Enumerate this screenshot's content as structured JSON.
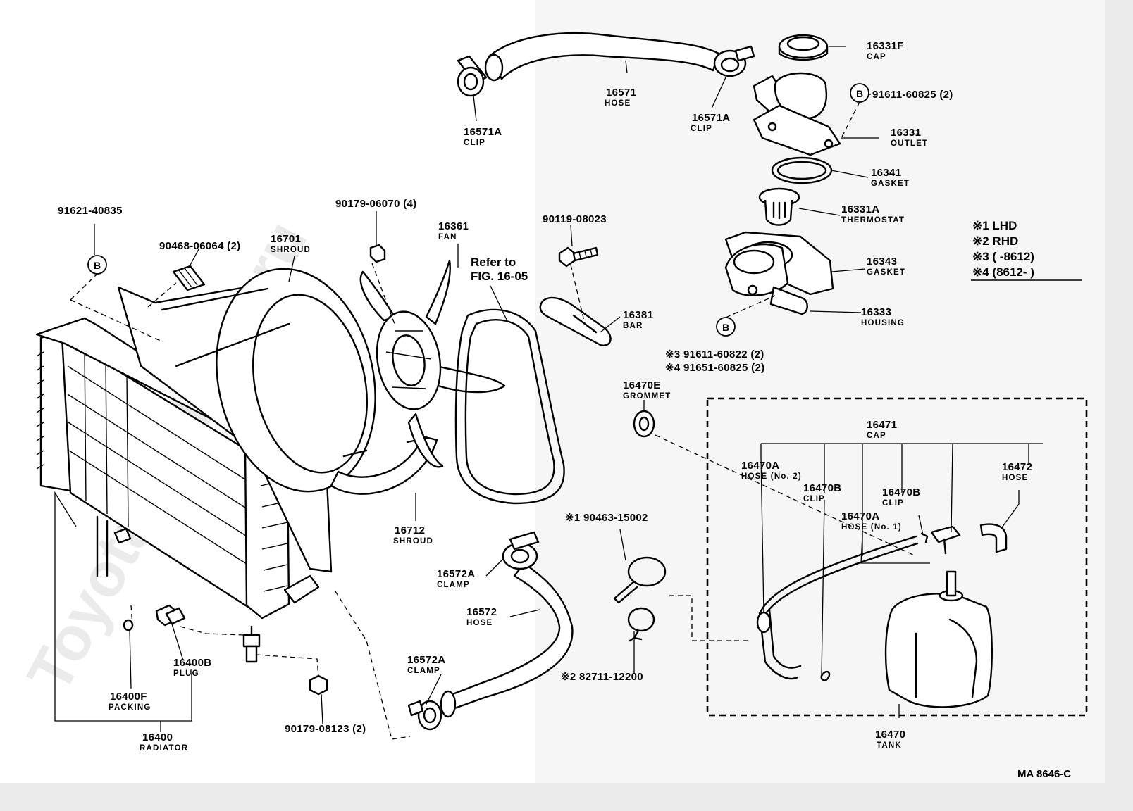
{
  "watermark": "ToyotaCarMine.ru",
  "legend": {
    "items": [
      "※1 LHD",
      "※2 RHD",
      "※3 (      -8612)",
      "※4 (8612-      )"
    ]
  },
  "reference": {
    "line1": "Refer to",
    "line2": "FIG. 16-05"
  },
  "footer_code": "MA  8646-C",
  "bolt_symbol": "B",
  "labels": {
    "p16331F": {
      "pn": "16331F",
      "name": "CAP"
    },
    "p91611_60825": {
      "pn": "91611-60825 (2)"
    },
    "p16331": {
      "pn": "16331",
      "name": "OUTLET"
    },
    "p16341": {
      "pn": "16341",
      "name": "GASKET"
    },
    "p16331A": {
      "pn": "16331A",
      "name": "THERMOSTAT"
    },
    "p16343": {
      "pn": "16343",
      "name": "GASKET"
    },
    "p16333": {
      "pn": "16333",
      "name": "HOUSING"
    },
    "p91611_60822": {
      "pn": "※3 91611-60822 (2)"
    },
    "p91651_60825": {
      "pn": "※4 91651-60825 (2)"
    },
    "p16571": {
      "pn": "16571",
      "name": "HOSE"
    },
    "p16571A_top": {
      "pn": "16571A",
      "name": "CLIP"
    },
    "p16571A_left": {
      "pn": "16571A",
      "name": "CLIP"
    },
    "p91621_40835": {
      "pn": "91621-40835"
    },
    "p90468_06064": {
      "pn": "90468-06064 (2)"
    },
    "p16701": {
      "pn": "16701",
      "name": "SHROUD"
    },
    "p90179_06070": {
      "pn": "90179-06070 (4)"
    },
    "p16361": {
      "pn": "16361",
      "name": "FAN"
    },
    "p90119_08023": {
      "pn": "90119-08023"
    },
    "p16381": {
      "pn": "16381",
      "name": "BAR"
    },
    "p16470E": {
      "pn": "16470E",
      "name": "GROMMET"
    },
    "p16471": {
      "pn": "16471",
      "name": "CAP"
    },
    "p16470A_no2": {
      "pn": "16470A",
      "name": "HOSE (No. 2)"
    },
    "p16472": {
      "pn": "16472",
      "name": "HOSE"
    },
    "p16470B_a": {
      "pn": "16470B",
      "name": "CLIP"
    },
    "p16470B_b": {
      "pn": "16470B",
      "name": "CLIP"
    },
    "p16470A_no1": {
      "pn": "16470A",
      "name": "HOSE (No. 1)"
    },
    "p16712": {
      "pn": "16712",
      "name": "SHROUD"
    },
    "p90463_15002": {
      "pn": "※1 90463-15002"
    },
    "p16572A_top": {
      "pn": "16572A",
      "name": "CLAMP"
    },
    "p16572": {
      "pn": "16572",
      "name": "HOSE"
    },
    "p16572A_bottom": {
      "pn": "16572A",
      "name": "CLAMP"
    },
    "p82711_12200": {
      "pn": "※2 82711-12200"
    },
    "p16400B": {
      "pn": "16400B",
      "name": "PLUG"
    },
    "p16400F": {
      "pn": "16400F",
      "name": "PACKING"
    },
    "p16400": {
      "pn": "16400",
      "name": "RADIATOR"
    },
    "p90179_08123": {
      "pn": "90179-08123 (2)"
    },
    "p16470": {
      "pn": "16470",
      "name": "TANK"
    }
  }
}
